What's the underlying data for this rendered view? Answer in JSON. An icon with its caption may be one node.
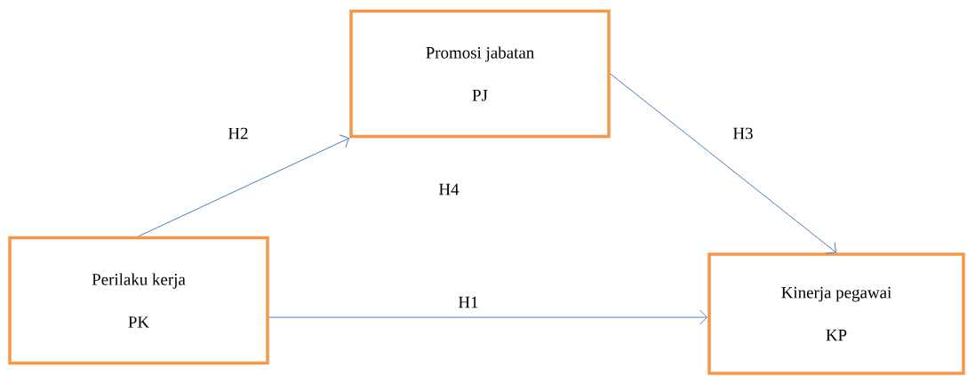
{
  "diagram": {
    "nodes": [
      {
        "text": [
          "Promosi jabatan",
          "PJ"
        ]
      },
      {
        "text": [
          "Perilaku kerja",
          "PK"
        ]
      },
      {
        "text": [
          "Kinerja pegawai",
          "KP"
        ]
      }
    ],
    "edges": [
      {
        "from": 1,
        "to": 0,
        "arrow": "to",
        "label": "H2"
      },
      {
        "from": 0,
        "to": 2,
        "arrow": "to",
        "label": "H3"
      },
      {
        "from": 1,
        "to": 2,
        "arrow": "to",
        "label": "H1"
      }
    ],
    "labels": [
      "H4"
    ]
  }
}
